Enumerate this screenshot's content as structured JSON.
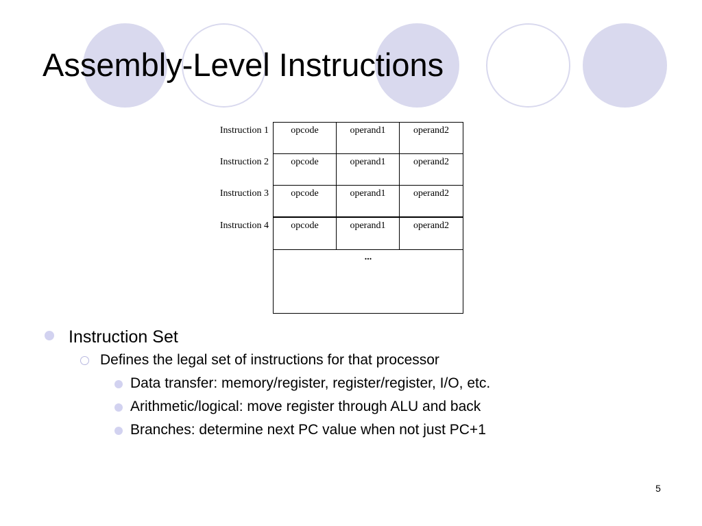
{
  "slide": {
    "title": "Assembly-Level Instructions",
    "page_number": "5",
    "decor_colors": {
      "circle": "#d9d9ee",
      "bullet": "#d2d2f0"
    }
  },
  "diagram": {
    "rows": [
      {
        "label": "Instruction 1",
        "fields": [
          "opcode",
          "operand1",
          "operand2"
        ]
      },
      {
        "label": "Instruction 2",
        "fields": [
          "opcode",
          "operand1",
          "operand2"
        ]
      },
      {
        "label": "Instruction 3",
        "fields": [
          "opcode",
          "operand1",
          "operand2"
        ]
      },
      {
        "label": "Instruction 4",
        "fields": [
          "opcode",
          "operand1",
          "operand2"
        ]
      }
    ],
    "continuation": "..."
  },
  "bullets": [
    {
      "text": "Instruction Set",
      "children": [
        {
          "text": "Defines the legal set of instructions for that processor",
          "children": [
            {
              "text": "Data transfer: memory/register, register/register, I/O, etc."
            },
            {
              "text": "Arithmetic/logical: move register through ALU and back"
            },
            {
              "text": "Branches: determine next PC value when not just PC+1"
            }
          ]
        }
      ]
    }
  ]
}
